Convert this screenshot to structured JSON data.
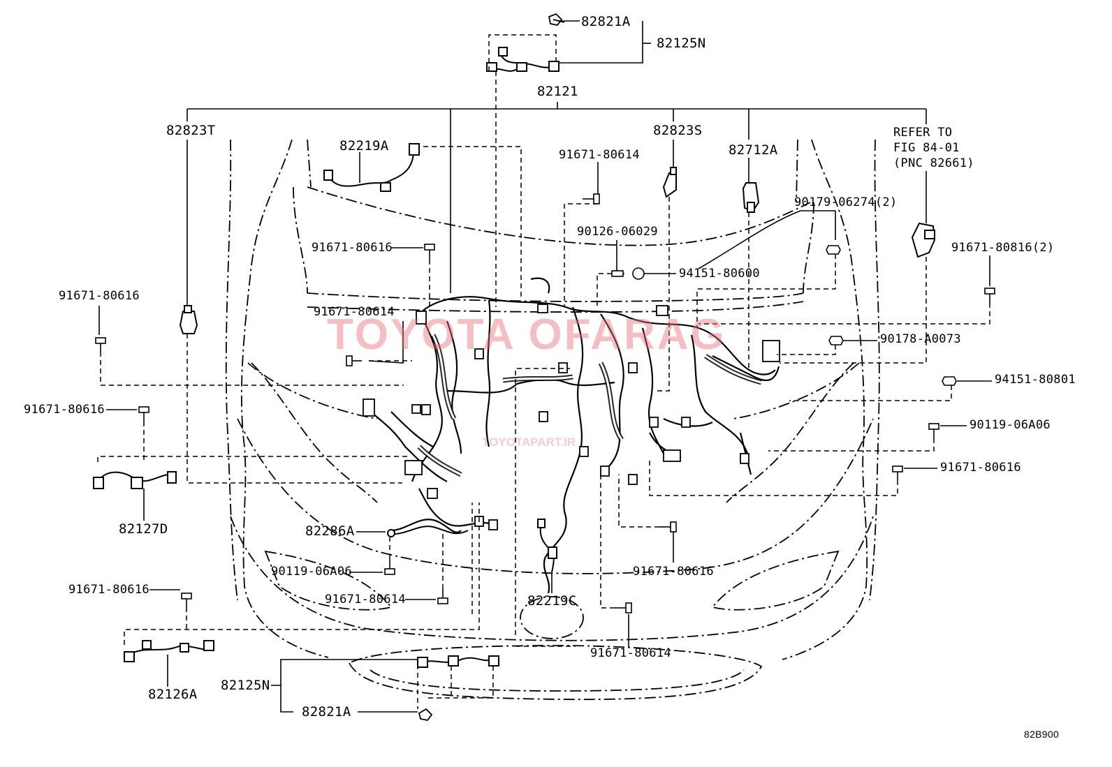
{
  "diagram": {
    "figure_code": "82B900",
    "watermark": "TOYOTA OFARAG",
    "watermark_sub": "TOYOTAPART.IR",
    "watermark_color": "#e8707a",
    "refer_note": [
      "REFER TO",
      "FIG 84-01",
      "(PNC 82661)"
    ],
    "labels": {
      "p82821A_top": "82821A",
      "p82125N_top": "82125N",
      "p82121": "82121",
      "p82823T": "82823T",
      "p82219A": "82219A",
      "p91671_80614_a": "91671-80614",
      "p82823S": "82823S",
      "p82712A": "82712A",
      "p90126_06029": "90126-06029",
      "p91671_80616_a": "91671-80616",
      "p90179_06274": "90179-06274(2)",
      "p91671_80816": "91671-80816(2)",
      "p94151_80600": "94151-80600",
      "p91671_80616_b": "91671-80616",
      "p91671_80614_b": "91671-80614",
      "p90178_A0073": "90178-A0073",
      "p94151_80801": "94151-80801",
      "p91671_80616_c": "91671-80616",
      "p90119_06A06_a": "90119-06A06",
      "p91671_80616_d": "91671-80616",
      "p82127D": "82127D",
      "p82286A": "82286A",
      "p90119_06A06_b": "90119-06A06",
      "p91671_80616_e": "91671-80616",
      "p91671_80614_c": "91671-80614",
      "p82219C": "82219C",
      "p91671_80616_f": "91671-80616",
      "p91671_80614_d": "91671-80614",
      "p82126A": "82126A",
      "p82125N_bot": "82125N",
      "p82821A_bot": "82821A"
    }
  }
}
